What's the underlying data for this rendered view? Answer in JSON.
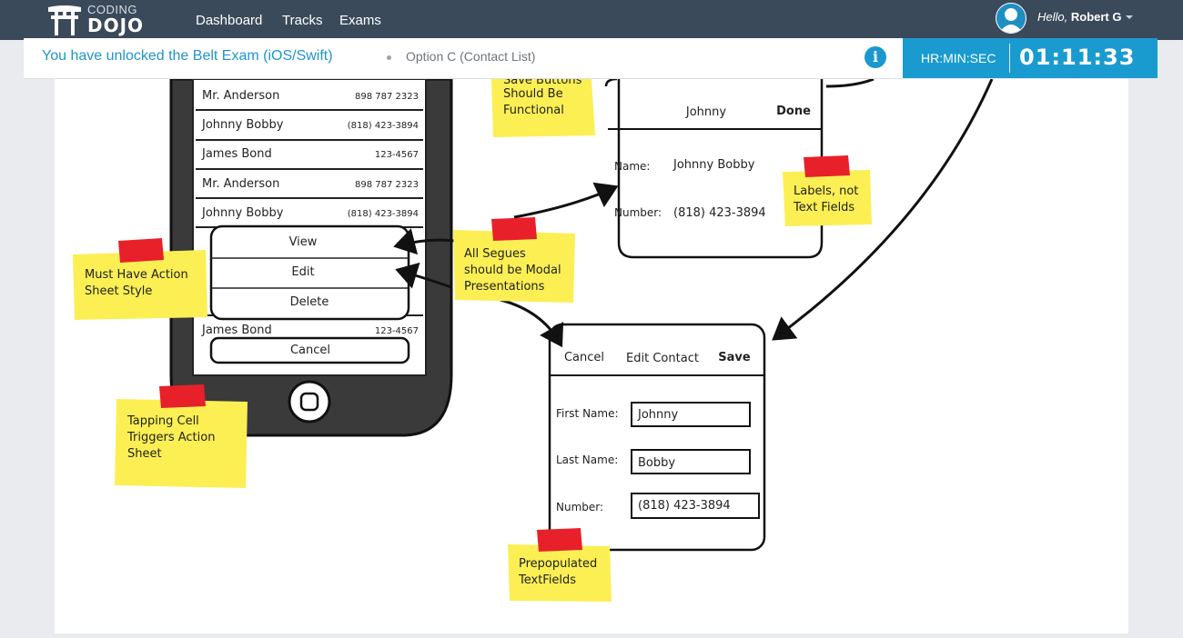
{
  "navbar": {
    "logo_top": "CODING",
    "logo_bottom": "DOJO",
    "links": [
      "Dashboard",
      "Tracks",
      "Exams"
    ],
    "greeting_prefix": "Hello,",
    "user_name": "Robert G"
  },
  "exam_bar": {
    "unlock_message": "You have unlocked the Belt Exam (iOS/Swift)",
    "option": "Option C (Contact List)",
    "timer_label": "HR:MIN:SEC",
    "timer_value": "01:11:33"
  },
  "wireframe": {
    "contact_list": [
      {
        "name": "Mr. Anderson",
        "number": "898 787 2323"
      },
      {
        "name": "Johnny Bobby",
        "number": "(818) 423-3894"
      },
      {
        "name": "James Bond",
        "number": "123-4567"
      },
      {
        "name": "Mr. Anderson",
        "number": "898 787 2323"
      },
      {
        "name": "Johnny Bobby",
        "number": "(818) 423-3894"
      }
    ],
    "lower_row": {
      "name": "James Bond",
      "number": "123-4567"
    },
    "action_sheet": {
      "items": [
        "View",
        "Edit",
        "Delete"
      ],
      "cancel": "Cancel"
    },
    "detail_view": {
      "title": "Johnny",
      "done": "Done",
      "name_label": "Name:",
      "name_value": "Johnny Bobby",
      "number_label": "Number:",
      "number_value": "(818) 423-3894"
    },
    "edit_view": {
      "cancel": "Cancel",
      "title": "Edit Contact",
      "save": "Save",
      "first_label": "First Name:",
      "first_value": "Johnny",
      "last_label": "Last Name:",
      "last_value": "Bobby",
      "number_label": "Number:",
      "number_value": "(818) 423-3894"
    },
    "notes": {
      "save_functional": [
        "Save Buttons",
        "Should Be",
        "Functional"
      ],
      "labels_not_fields": [
        "Labels, not",
        "Text Fields"
      ],
      "modal_segues": [
        "All Segues",
        "should be Modal",
        "Presentations"
      ],
      "action_sheet_style": [
        "Must Have Action",
        "Sheet Style"
      ],
      "tapping_cell": [
        "Tapping Cell",
        "Triggers Action",
        "Sheet"
      ],
      "prepopulated": [
        "Prepopulated",
        "TextFields"
      ]
    }
  },
  "colors": {
    "navbar": "#3b4a5a",
    "accent": "#1a9bd0",
    "sticky_note": "#fbef54",
    "tape": "#e8202a"
  }
}
